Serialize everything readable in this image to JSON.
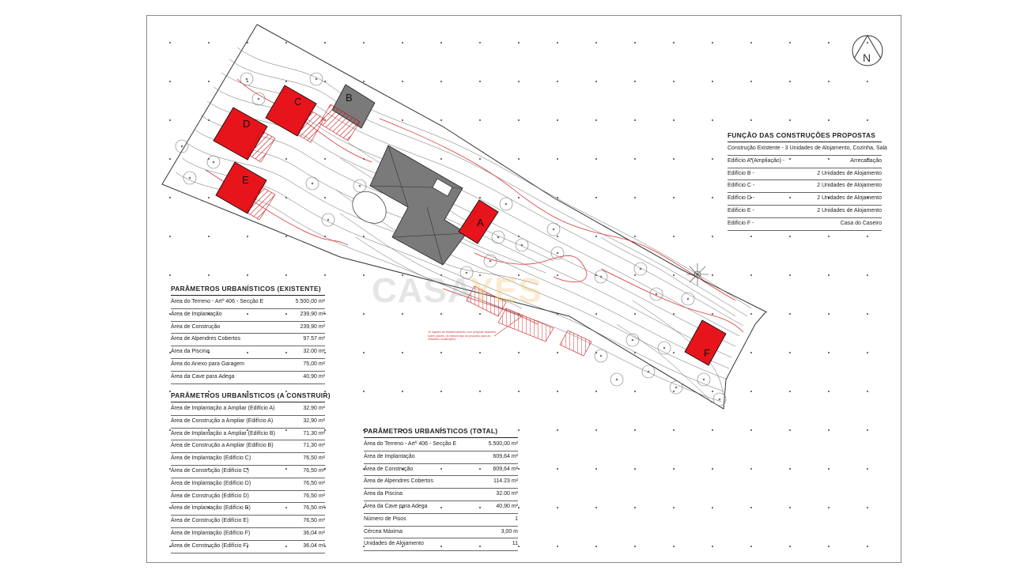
{
  "buildings": {
    "A": "A",
    "B": "B",
    "C": "C",
    "D": "D",
    "E": "E",
    "F": "F"
  },
  "north_label": "N",
  "watermark": {
    "part1": "CASA",
    "part2": "YES"
  },
  "parking_note": "10 lugares de estacionamento com pérgolas assentes sobre pilares, do mesmo tipo do proposto para as restantes construções.",
  "colors": {
    "proposed": "#e8141b",
    "existing": "#7a7a7a",
    "contour": "#555555",
    "contour_red": "#d8363a"
  },
  "funcao": {
    "title": "FUNÇÃO DAS CONSTRUÇÕES PROPOSTAS",
    "rows": [
      {
        "label": "Construção Existente - 3 Unidades de Alojamento, Cozinha, Sala",
        "value": ""
      },
      {
        "label": "Edifício A (Ampliação) -",
        "value": "Arrecadação"
      },
      {
        "label": "Edifício B -",
        "value": "2 Unidades de Alojamento"
      },
      {
        "label": "Edifício C -",
        "value": "2 Unidades de Alojamento"
      },
      {
        "label": "Edifício D -",
        "value": "2 Unidades de Alojamento"
      },
      {
        "label": "Edifício E -",
        "value": "2 Unidades de Alojamento"
      },
      {
        "label": "Edifício F -",
        "value": "Casa do Caseiro"
      }
    ]
  },
  "existente": {
    "title": "PARÂMETROS URBANÍSTICOS (EXISTENTE)",
    "rows": [
      {
        "label": "Área do Terreno - Artº 406 - Secção E",
        "value": "5.500,00 m²"
      },
      {
        "label": "Área de Implantação",
        "value": "239,90 m²"
      },
      {
        "label": "Área de Construção",
        "value": "239,90 m²"
      },
      {
        "label": "Área de Alpendres Cobertos",
        "value": "97.57 m²"
      },
      {
        "label": "Área da Piscina",
        "value": "32.00 m²"
      },
      {
        "label": "Área do Anexo para Garagem",
        "value": "75,00 m²"
      },
      {
        "label": "Área da Cave para Adega",
        "value": "40,90 m²"
      }
    ]
  },
  "construir": {
    "title": "PARÂMETROS URBANÍSTICOS (A CONSTRUIR)",
    "rows": [
      {
        "label": "Área de Implantação a Ampliar (Edifício A)",
        "value": "32,90 m²"
      },
      {
        "label": "Área de Construção a Ampliar (Edifício A)",
        "value": "32,90 m²"
      },
      {
        "label": "Área de Implantação a Ampliar (Edifício B)",
        "value": "71,30 m²"
      },
      {
        "label": "Área de Construção a Ampliar (Edifício B)",
        "value": "71,30 m²"
      },
      {
        "label": "Área de Implantação (Edifício C)",
        "value": "76,50 m²"
      },
      {
        "label": "Área de Construção (Edifício C)",
        "value": "76,50 m²"
      },
      {
        "label": "Área de Implantação (Edifício D)",
        "value": "76,50 m²"
      },
      {
        "label": "Área de Construção (Edifício D)",
        "value": "76,50 m²"
      },
      {
        "label": "Área de Implantação (Edifício E)",
        "value": "76,50 m²"
      },
      {
        "label": "Área de Construção (Edifício E)",
        "value": "76,50 m²"
      },
      {
        "label": "Área de Implantação (Edifício F)",
        "value": "36,04 m²"
      },
      {
        "label": "Área de Construção (Edifício F)",
        "value": "36,04 m²"
      }
    ]
  },
  "total": {
    "title": "PARÂMETROS URBANÍSTICOS (TOTAL)",
    "rows": [
      {
        "label": "Área do Terreno - Artº 406 - Secção E",
        "value": "5.500,00 m²"
      },
      {
        "label": "Área de Implantação",
        "value": "609,64 m²"
      },
      {
        "label": "Área de Construção",
        "value": "609,64 m²"
      },
      {
        "label": "Área de Alpendres Cobertos",
        "value": "114.23 m²"
      },
      {
        "label": "Área da Piscina",
        "value": "32.00 m²"
      },
      {
        "label": "Área da Cave para Adega",
        "value": "40,90 m²"
      },
      {
        "label": "Número de Pisos",
        "value": "1"
      },
      {
        "label": "Cércea Máxima",
        "value": "3,00 m"
      },
      {
        "label": "Unidades de Alojamento",
        "value": "11"
      }
    ]
  }
}
